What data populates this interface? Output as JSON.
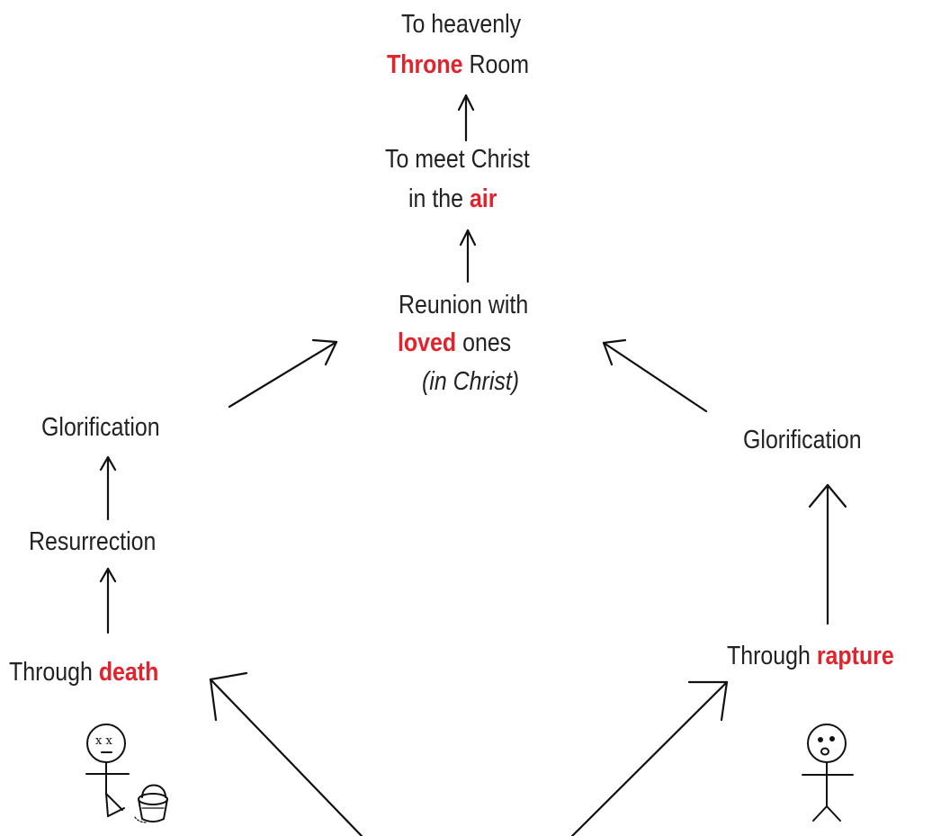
{
  "throne": {
    "line1": "To heavenly",
    "hl": "Throne",
    "rest": " Room"
  },
  "air": {
    "line1": "To meet Christ",
    "pre": "in the ",
    "hl": "air"
  },
  "reunion": {
    "line1": "Reunion with",
    "hl": "loved",
    "rest": " ones",
    "line3": "(in Christ)"
  },
  "left": {
    "glorification": "Glorification",
    "resurrection": "Resurrection",
    "through": "Through ",
    "hl": "death"
  },
  "right": {
    "glorification": "Glorification",
    "through": "Through ",
    "hl": "rapture"
  },
  "colors": {
    "text": "#222222",
    "highlight": "#e3232c",
    "line": "#111111"
  },
  "icons": [
    "dead-stick-figure-icon",
    "bucket-icon",
    "surprised-stick-figure-icon"
  ]
}
